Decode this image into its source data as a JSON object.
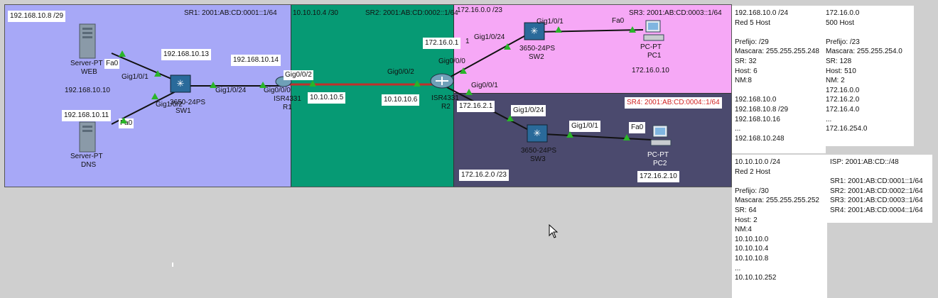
{
  "zones": {
    "sr1": {
      "label": "SR1: 2001:AB:CD:0001::1/64",
      "net_label": "192.168.10.8 /29",
      "color": "#a7a8f7"
    },
    "sr2": {
      "label": "SR2: 2001:AB:CD:0002::1/64",
      "net_label": "10.10.10.4 /30",
      "color": "#069a74"
    },
    "sr3": {
      "label": "SR3: 2001:AB:CD:0003::1/64",
      "net_label": "172.16.0.0 /23",
      "color": "#f6a8f6"
    },
    "sr4": {
      "label": "SR4: 2001:AB:CD:0004::1/64",
      "net_label": "172.16.2.0 /23",
      "color": "#4b4a6e"
    }
  },
  "devices": {
    "web": {
      "name1": "Server-PT",
      "name2": "WEB",
      "port": "Fa0",
      "ip": "192.168.10.10"
    },
    "dns": {
      "name1": "Server-PT",
      "name2": "DNS",
      "port": "Fa0",
      "ip": "192.168.10.11"
    },
    "sw1": {
      "name": "3650-24PS",
      "name2": "SW1",
      "ip": "192.168.10.13",
      "port_web": "Gig1/0/1",
      "port_dns": "Gig1/0/2",
      "port_r1": "Gig1/0/24"
    },
    "r1": {
      "name": "ISR4331",
      "name2": "R1",
      "ip_lan": "192.168.10.14",
      "port_lan": "Gig0/0/0",
      "port_wan": "Gig0/0/2",
      "ip_wan": "10.10.10.5"
    },
    "r2": {
      "name": "ISR4331",
      "name2": "R2",
      "port_wan": "Gig0/0/2",
      "ip_wan": "10.10.10.6",
      "port_sw2": "Gig0/0/0",
      "ip_sw2": "172.16.0.1",
      "ip_sw2_suffix": "1",
      "port_sw3": "Gig0/0/1",
      "ip_sw3": "172.16.2.1"
    },
    "sw2": {
      "name": "3650-24PS",
      "name2": "SW2",
      "port_r2": "Gig1/0/24",
      "port_pc": "Gig1/0/1"
    },
    "pc1": {
      "name": "PC-PT",
      "name2": "PC1",
      "port": "Fa0",
      "ip": "172.16.0.10"
    },
    "sw3": {
      "name": "3650-24PS",
      "name2": "SW3",
      "port_r2": "Gig1/0/24",
      "port_pc": "Gig1/0/1"
    },
    "pc2": {
      "name": "PC-PT",
      "name2": "PC2",
      "port": "Fa0",
      "ip": "172.16.2.10"
    }
  },
  "notes": {
    "red5": {
      "text": "192.168.10.0 /24\nRed 5 Host\n\nPrefijo: /29\nMascara: 255.255.255.248\nSR: 32\nHost: 6\nNM:8\n\n192.168.10.0\n192.168.10.8 /29\n192.168.10.16\n...\n192.168.10.248"
    },
    "host500": {
      "text": "172.16.0.0\n500 Host\n\nPrefijo: /23\nMascara: 255.255.254.0\nSR: 128\nHost: 510\nNM: 2\n172.16.0.0\n172.16.2.0\n172.16.4.0\n...\n172.16.254.0"
    },
    "red2": {
      "text": "10.10.10.0 /24\nRed 2 Host\n\nPrefijo: /30\nMascara: 255.255.255.252\nSR: 64\nHost: 2\nNM:4\n10.10.10.0\n10.10.10.4\n10.10.10.8\n...\n10.10.10.252"
    },
    "isp": {
      "text": "ISP: 2001:AB:CD::/48\n\nSR1: 2001:AB:CD:0001::1/64\nSR2: 2001:AB:CD:0002::1/64\nSR3: 2001:AB:CD:0003::1/64\nSR4: 2001:AB:CD:0004::1/64"
    }
  }
}
